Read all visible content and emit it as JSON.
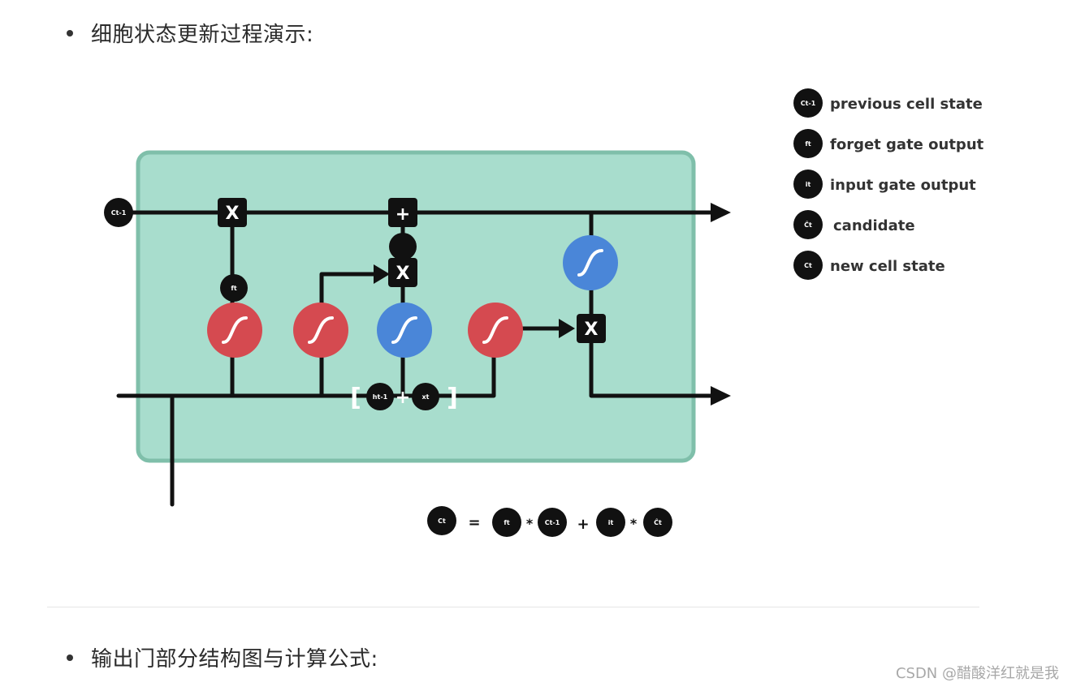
{
  "section1": {
    "text": "细胞状态更新过程演示:"
  },
  "section2": {
    "text": "输出门部分结构图与计算公式:"
  },
  "watermark": "CSDN @醋酸洋红就是我",
  "colors": {
    "panel": "#a8ddcd",
    "panel_border": "#7fbfaa",
    "sigmoid": "#d54a50",
    "tanh": "#4a86d8",
    "node": "#111111"
  },
  "diagram": {
    "labels": {
      "c_prev": "Ct-1",
      "f": "ft",
      "h_prev": "ht-1",
      "x": "xt",
      "op_multiply": "X",
      "op_add": "+",
      "bracket_open": "[",
      "bracket_close": "]"
    },
    "legend": [
      {
        "symbol": "Ct-1",
        "label": "previous cell state"
      },
      {
        "symbol": "ft",
        "label": "forget gate output"
      },
      {
        "symbol": "it",
        "label": "input gate output"
      },
      {
        "symbol": "Ĉt",
        "label": "candidate"
      },
      {
        "symbol": "Ct",
        "label": "new cell state"
      }
    ],
    "formula": {
      "lhs": "Ct",
      "equals": "=",
      "t1a": "ft",
      "mul1": "*",
      "t1b": "Ct-1",
      "plus": "+",
      "t2a": "it",
      "mul2": "*",
      "t2b": "Ĉt"
    }
  }
}
